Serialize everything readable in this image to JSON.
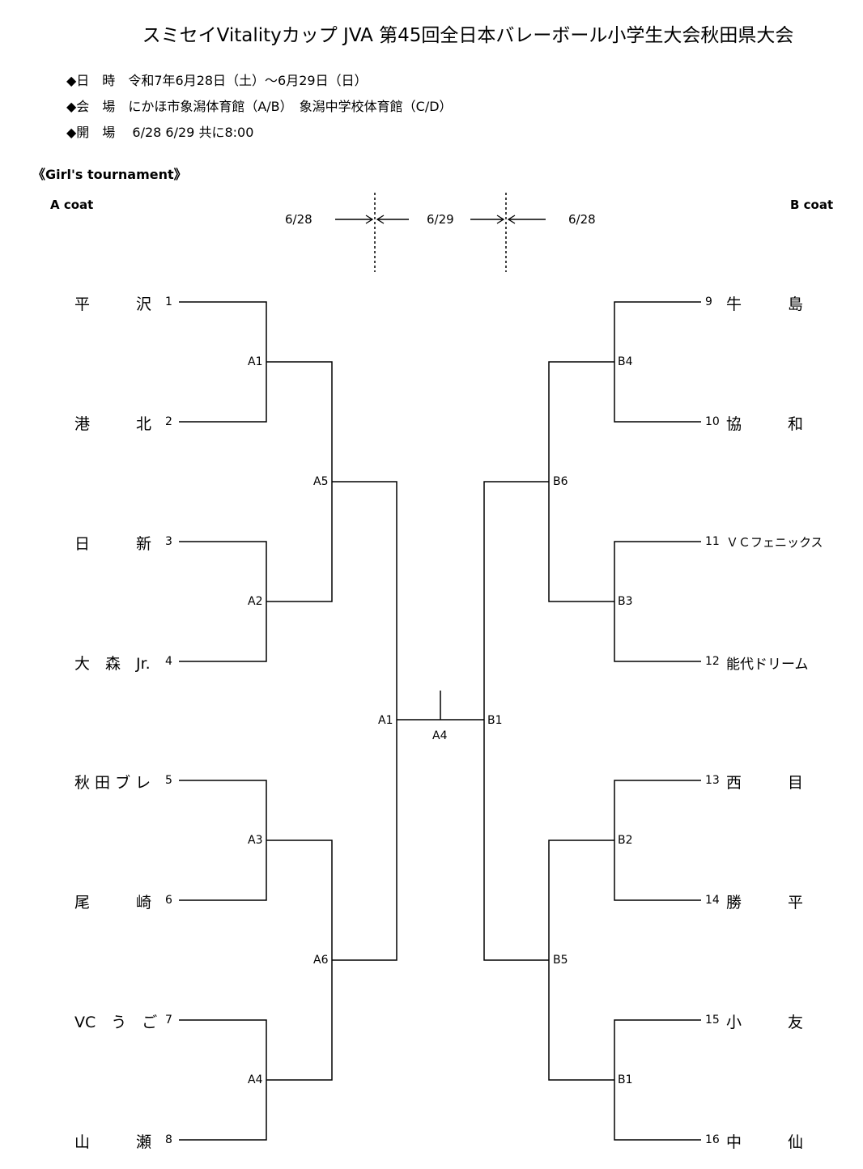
{
  "title": "スミセイVitalityカップ JVA 第45回全日本バレーボール小学生大会秋田県大会",
  "info": {
    "date_label": "◆日　時",
    "date_value": "令和7年6月28日（土）～6月29日（日）",
    "venue_label": "◆会　場",
    "venue_value": "にかほ市象潟体育館（A/B）　象潟中学校体育館（C/D）",
    "open_label": "◆開　場",
    "open_value": "6/28 6/29 共に8:00"
  },
  "section_title": "《Girl's tournament》",
  "coats": {
    "left": "A coat",
    "right": "B coat"
  },
  "dates": {
    "left": "6/28",
    "center": "6/29",
    "right": "6/28"
  },
  "left_teams": [
    {
      "name": "平　　　沢",
      "num": "1"
    },
    {
      "name": "港　　　北",
      "num": "2"
    },
    {
      "name": "日　　　新",
      "num": "3"
    },
    {
      "name": "大　森　Jr.",
      "num": "4"
    },
    {
      "name": "秋 田 ブ レ",
      "num": "5"
    },
    {
      "name": "尾　　　崎",
      "num": "6"
    },
    {
      "name": "VC　う　ご",
      "num": "7"
    },
    {
      "name": "山　　　瀬",
      "num": "8"
    }
  ],
  "right_teams": [
    {
      "name": "牛　　　島",
      "num": "9"
    },
    {
      "name": "協　　　和",
      "num": "10"
    },
    {
      "name": "ＶＣフェニックス",
      "num": "11"
    },
    {
      "name": "能代ドリーム",
      "num": "12"
    },
    {
      "name": "西　　　目",
      "num": "13"
    },
    {
      "name": "勝　　　平",
      "num": "14"
    },
    {
      "name": "小　　　友",
      "num": "15"
    },
    {
      "name": "中　　　仙",
      "num": "16"
    }
  ],
  "matches_left": {
    "r1": [
      "A1",
      "A2",
      "A3",
      "A4"
    ],
    "r2": [
      "A5",
      "A6"
    ],
    "semi": "A1"
  },
  "matches_right": {
    "r1": [
      "B4",
      "B3",
      "B2",
      "B1"
    ],
    "r2": [
      "B6",
      "B5"
    ],
    "semi": "B1"
  },
  "final": "A4"
}
